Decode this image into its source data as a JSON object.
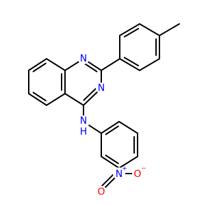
{
  "molecule": {
    "colors": {
      "bond": "#000000",
      "nitrogen": "#0000ff",
      "oxygen": "#ff0000"
    },
    "atoms": {
      "n1": {
        "symbol": "N"
      },
      "n3": {
        "symbol": "N"
      },
      "nh": {
        "symbol": "N",
        "hydrogen": "H"
      },
      "nitro_n": {
        "symbol": "N",
        "charge": "+"
      },
      "nitro_o_double": {
        "symbol": "O"
      },
      "nitro_o_single": {
        "symbol": "O",
        "charge": "−"
      }
    }
  }
}
